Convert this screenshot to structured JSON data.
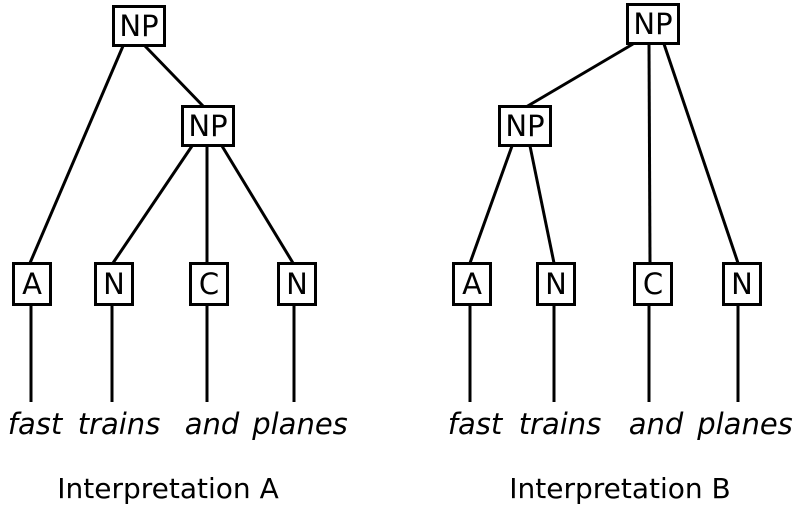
{
  "page": {
    "background": "#ffffff",
    "ink": "#000000"
  },
  "trees": [
    {
      "id": "A",
      "caption": "Interpretation A",
      "root": {
        "label": "NP",
        "children": [
          "A",
          "NP"
        ]
      },
      "inner": {
        "label": "NP",
        "children": [
          "N",
          "C",
          "N"
        ]
      },
      "leaves": [
        {
          "pos": "A",
          "word": "fast"
        },
        {
          "pos": "N",
          "word": "trains"
        },
        {
          "pos": "C",
          "word": "and"
        },
        {
          "pos": "N",
          "word": "planes"
        }
      ]
    },
    {
      "id": "B",
      "caption": "Interpretation B",
      "root": {
        "label": "NP",
        "children": [
          "NP",
          "C",
          "N"
        ]
      },
      "inner": {
        "label": "NP",
        "children": [
          "A",
          "N"
        ]
      },
      "leaves": [
        {
          "pos": "A",
          "word": "fast"
        },
        {
          "pos": "N",
          "word": "trains"
        },
        {
          "pos": "C",
          "word": "and"
        },
        {
          "pos": "N",
          "word": "planes"
        }
      ]
    }
  ]
}
